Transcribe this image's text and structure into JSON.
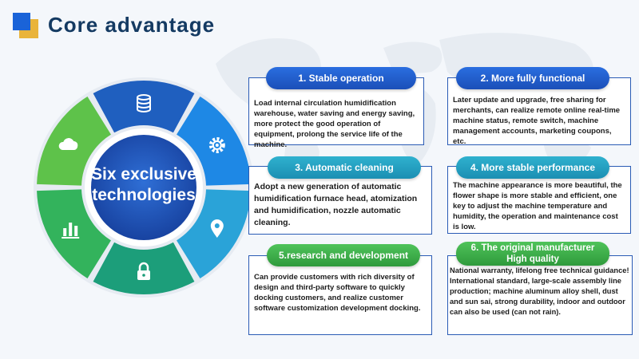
{
  "header": {
    "title": "Core advantage"
  },
  "wheel": {
    "center_line1": "Six exclusive",
    "center_line2": "technologies",
    "segments": [
      {
        "icon": "coins-stack-icon",
        "color": "#1f5fbf"
      },
      {
        "icon": "gear-icon",
        "color": "#1e88e5"
      },
      {
        "icon": "location-pin-icon",
        "color": "#2aa3d8"
      },
      {
        "icon": "lock-icon",
        "color": "#1c9e7a"
      },
      {
        "icon": "bar-chart-icon",
        "color": "#33b35c"
      },
      {
        "icon": "cloud-icon",
        "color": "#5ec24a"
      }
    ]
  },
  "features": [
    {
      "title": "1. Stable operation",
      "body": "Load internal circulation humidification warehouse, water saving and energy saving, more protect the good operation of equipment, prolong the service life of the machine."
    },
    {
      "title": "2. More fully functional",
      "body": "Later update and upgrade, free sharing for merchants, can realize remote online real-time machine status, remote switch, machine management accounts, marketing coupons, etc."
    },
    {
      "title": "3. Automatic cleaning",
      "body": "Adopt a new generation of automatic humidification furnace head, atomization and humidification, nozzle automatic cleaning."
    },
    {
      "title": "4. More stable performance",
      "body": "The machine appearance is more beautiful, the flower shape is more stable and efficient, one key to adjust the machine temperature and humidity, the operation and maintenance cost is low."
    },
    {
      "title": "5.research and development",
      "body": "Can provide customers with rich diversity of design and third-party software to quickly docking customers, and realize customer software customization development docking."
    },
    {
      "title_line1": "6.  The original manufacturer",
      "title_line2": "High quality",
      "body": "National warranty, lifelong free technical guidance! International standard, large-scale assembly line production; machine aluminum alloy shell, dust and sun sai, strong durability, indoor and outdoor can also be used (can not rain)."
    }
  ]
}
